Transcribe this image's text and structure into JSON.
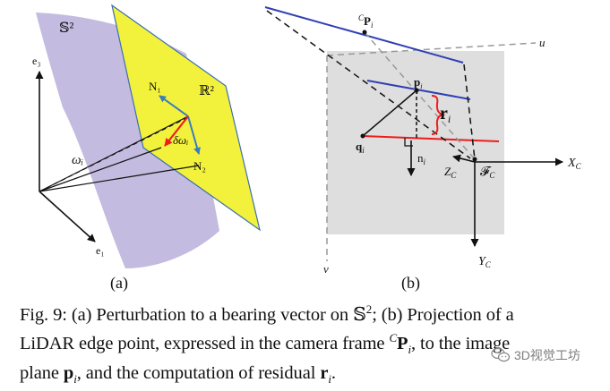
{
  "panel_a": {
    "sphere_label": "𝕊²",
    "plane_label": "ℝ²",
    "e3": "e₃",
    "e1": "e₁",
    "omega": "ωᵢ",
    "n1": "N₁",
    "n2": "N₂",
    "delta_omega": "δωᵢ",
    "tag": "(a)"
  },
  "panel_b": {
    "point3d_prefix": "C",
    "point3d_main": "P",
    "point3d_sub": "i",
    "u_axis": "u",
    "v_axis": "v",
    "p_main": "p",
    "p_sub": "i",
    "r_main": "r",
    "r_sub": "i",
    "q_main": "q",
    "q_sub": "i",
    "n_main": "n",
    "n_sub": "i",
    "zc": "Z",
    "fc": "𝓕",
    "cam_sub": "C",
    "xc": "X",
    "yc": "Y",
    "tag": "(b)"
  },
  "caption": {
    "l1_a": "Fig. 9: (a) Perturbation to a bearing vector on 𝕊",
    "l1_sup": "2",
    "l1_b": "; (b) Projection of a",
    "l2_a": "LiDAR edge point, expressed in the camera frame ",
    "l2_sup": "C",
    "l2_bold": "P",
    "l2_sub": "i",
    "l2_b": ", to the image",
    "l3_a": "plane ",
    "l3_bold": "p",
    "l3_sub": "i",
    "l3_b": ", and the computation of residual ",
    "l3_bold2": "r",
    "l3_sub2": "i",
    "l3_c": "."
  },
  "watermark": {
    "text": "3D视觉工坊"
  },
  "colors": {
    "sphere": "#c3bbe0",
    "plane": "#f2f23c",
    "image_plane": "#dedede",
    "blue_edge": "#2f40b4",
    "red": "#ee1c1c",
    "normal_arrows": "#3a7cc0"
  }
}
